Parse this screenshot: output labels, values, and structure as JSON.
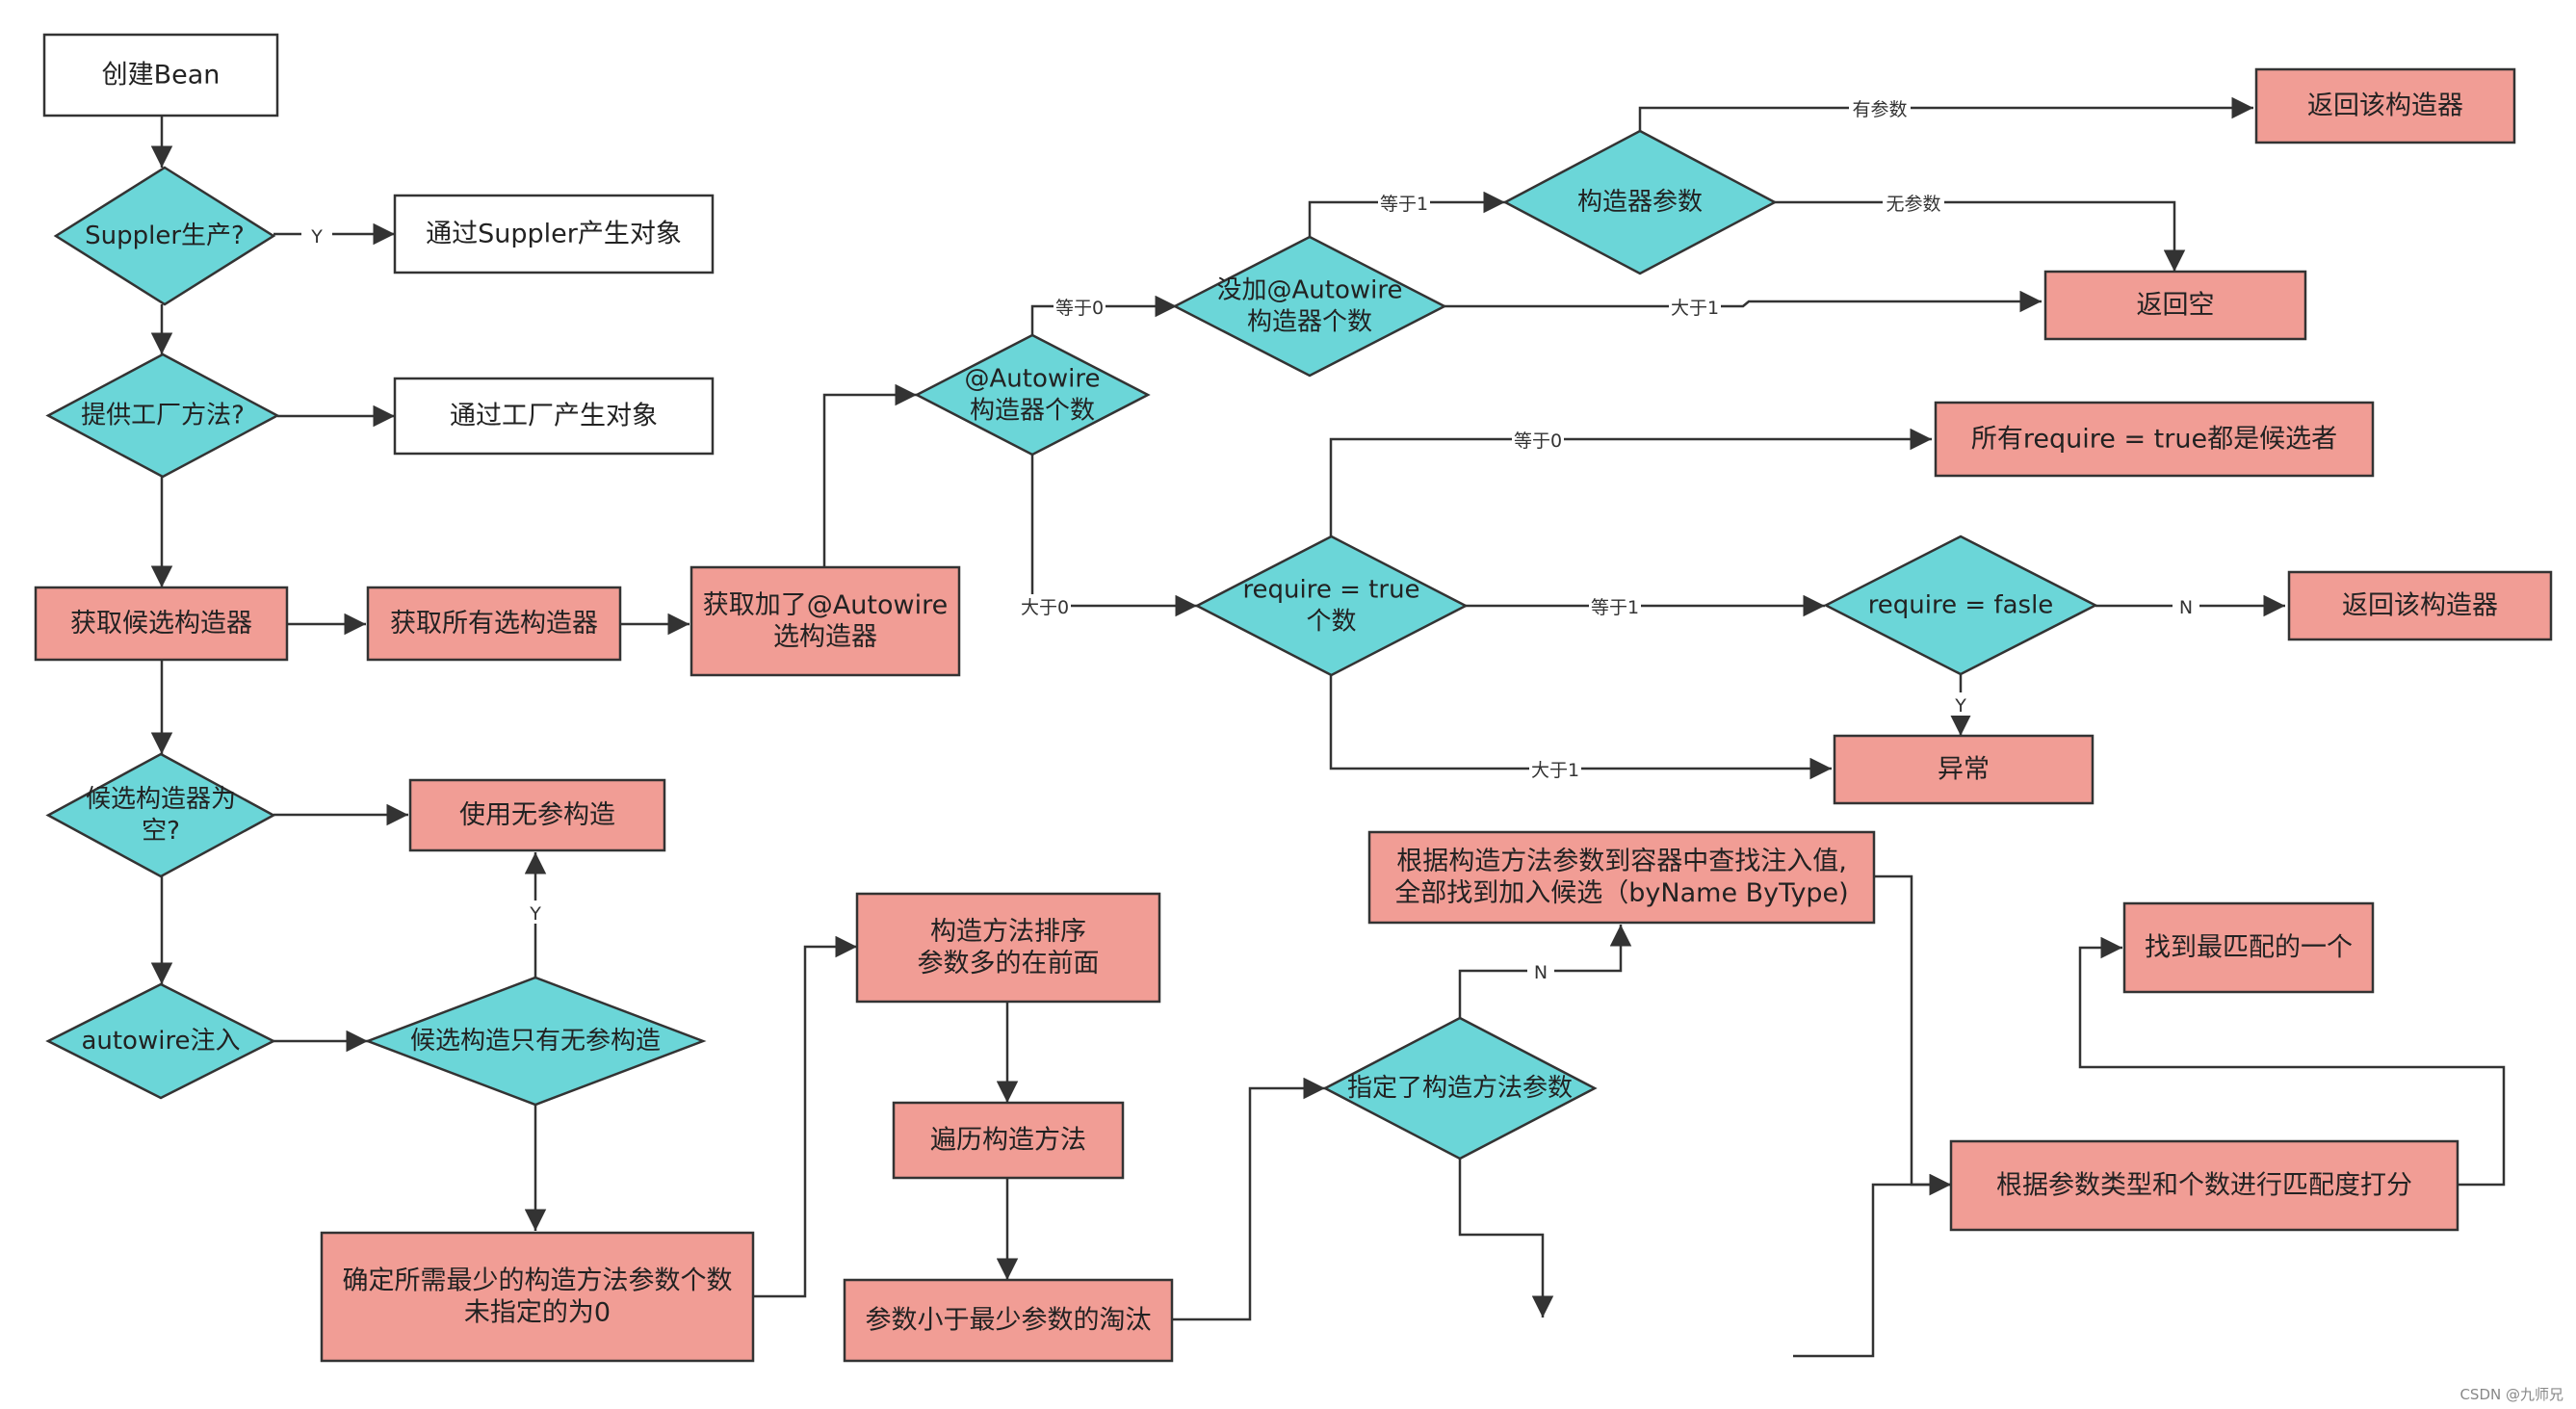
{
  "colors": {
    "pink": "#f19d95",
    "cyan": "#6bd6d8",
    "white_box": "#ffffff",
    "stroke": "#333333",
    "text": "#222222"
  },
  "nodes": {
    "n1": {
      "shape": "rect",
      "fill": "white_box",
      "lines": [
        "创建Bean"
      ]
    },
    "n2": {
      "shape": "diamond",
      "fill": "cyan",
      "lines": [
        "Suppler生产?"
      ]
    },
    "n3": {
      "shape": "rect",
      "fill": "white_box",
      "lines": [
        "通过Suppler产生对象"
      ]
    },
    "n4": {
      "shape": "diamond",
      "fill": "cyan",
      "lines": [
        "提供工厂方法?"
      ]
    },
    "n5": {
      "shape": "rect",
      "fill": "white_box",
      "lines": [
        "通过工厂产生对象"
      ]
    },
    "n6": {
      "shape": "rect",
      "fill": "pink",
      "lines": [
        "获取候选构造器"
      ]
    },
    "n7": {
      "shape": "rect",
      "fill": "pink",
      "lines": [
        "获取所有选构造器"
      ]
    },
    "n8": {
      "shape": "rect",
      "fill": "pink",
      "lines": [
        "获取加了@Autowire",
        "选构造器"
      ]
    },
    "n9": {
      "shape": "diamond",
      "fill": "cyan",
      "lines": [
        "@Autowire",
        "构造器个数"
      ]
    },
    "n10": {
      "shape": "diamond",
      "fill": "cyan",
      "lines": [
        "没加@Autowire",
        "构造器个数"
      ]
    },
    "n11": {
      "shape": "diamond",
      "fill": "cyan",
      "lines": [
        "构造器参数"
      ]
    },
    "n12": {
      "shape": "rect",
      "fill": "pink",
      "lines": [
        "返回该构造器"
      ]
    },
    "n13": {
      "shape": "rect",
      "fill": "pink",
      "lines": [
        "返回空"
      ]
    },
    "n14": {
      "shape": "rect",
      "fill": "pink",
      "lines": [
        "所有require = true都是候选者"
      ]
    },
    "n15": {
      "shape": "diamond",
      "fill": "cyan",
      "lines": [
        "require = true",
        "个数"
      ]
    },
    "n16": {
      "shape": "diamond",
      "fill": "cyan",
      "lines": [
        "require = fasle"
      ]
    },
    "n17": {
      "shape": "rect",
      "fill": "pink",
      "lines": [
        "返回该构造器"
      ]
    },
    "n18": {
      "shape": "rect",
      "fill": "pink",
      "lines": [
        "异常"
      ]
    },
    "n19": {
      "shape": "diamond",
      "fill": "cyan",
      "lines": [
        "候选构造器为",
        "空?"
      ]
    },
    "n20": {
      "shape": "rect",
      "fill": "pink",
      "lines": [
        "使用无参构造"
      ]
    },
    "n21": {
      "shape": "diamond",
      "fill": "cyan",
      "lines": [
        "autowire注入"
      ]
    },
    "n22": {
      "shape": "diamond",
      "fill": "cyan",
      "lines": [
        "候选构造只有无参构造"
      ]
    },
    "n23": {
      "shape": "rect",
      "fill": "pink",
      "lines": [
        "确定所需最少的构造方法参数个数",
        "未指定的为0"
      ]
    },
    "n24": {
      "shape": "rect",
      "fill": "pink",
      "lines": [
        "构造方法排序",
        "参数多的在前面"
      ]
    },
    "n25": {
      "shape": "rect",
      "fill": "pink",
      "lines": [
        "遍历构造方法"
      ]
    },
    "n26": {
      "shape": "rect",
      "fill": "pink",
      "lines": [
        "参数小于最少参数的淘汰"
      ]
    },
    "n27": {
      "shape": "diamond",
      "fill": "cyan",
      "lines": [
        "指定了构造方法参数"
      ]
    },
    "n28": {
      "shape": "rect",
      "fill": "pink",
      "lines": [
        "根据构造方法参数到容器中查找注入值,",
        "全部找到加入候选（byName ByType)"
      ]
    },
    "n29": {
      "shape": "rect",
      "fill": "pink",
      "lines": [
        "找到最匹配的一个"
      ]
    },
    "n30": {
      "shape": "rect",
      "fill": "pink",
      "lines": [
        "根据参数类型和个数进行匹配度打分"
      ]
    }
  },
  "edge_labels": {
    "y1": "Y",
    "eq0_a": "等于0",
    "eq1_a": "等于1",
    "has_param": "有参数",
    "no_param": "无参数",
    "gt1_a": "大于1",
    "gt0": "大于0",
    "eq0_b": "等于0",
    "eq1_b": "等于1",
    "gt1_b": "大于1",
    "n_a": "N",
    "y2": "Y",
    "y3": "Y",
    "n_b": "N"
  },
  "watermark": "CSDN @九师兄"
}
